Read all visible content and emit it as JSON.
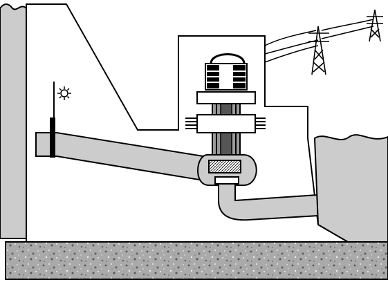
{
  "diagram": {
    "subject": "",
    "components": [
      {
        "id": "reservoir",
        "label": ""
      },
      {
        "id": "dam",
        "label": ""
      },
      {
        "id": "intake-gate",
        "label": ""
      },
      {
        "id": "penstock",
        "label": ""
      },
      {
        "id": "turbine",
        "label": ""
      },
      {
        "id": "generator",
        "label": ""
      },
      {
        "id": "draft-tube",
        "label": ""
      },
      {
        "id": "tailrace",
        "label": ""
      },
      {
        "id": "transmission-towers",
        "label": ""
      },
      {
        "id": "bedrock",
        "label": ""
      }
    ]
  },
  "colors": {
    "outline": "#000000",
    "water": "#cccccc",
    "shaft_dark": "#555555",
    "shaft_light": "#999999",
    "rock_base": "#aaaaaa",
    "background": "#ffffff"
  }
}
